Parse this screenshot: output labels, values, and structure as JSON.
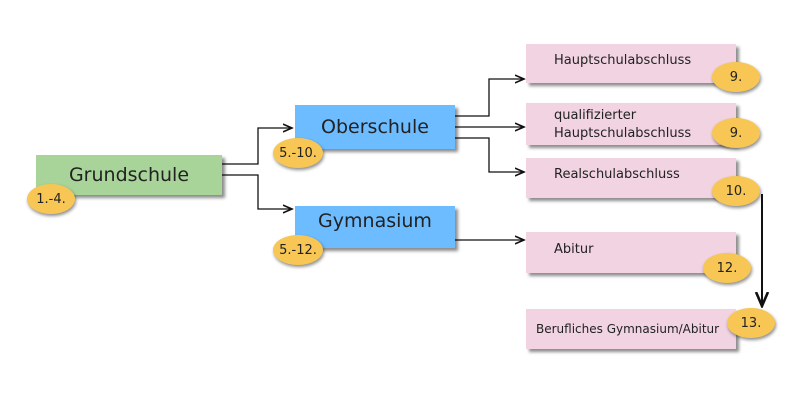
{
  "diagram": {
    "nodes": {
      "grundschule": {
        "label": "Grundschule",
        "grades": "1.-4."
      },
      "oberschule": {
        "label": "Oberschule",
        "grades": "5.-10."
      },
      "gymnasium": {
        "label": "Gymnasium",
        "grades": "5.-12."
      },
      "hauptschulabschluss": {
        "label": "Hauptschulabschluss",
        "grade": "9."
      },
      "qualifizierter": {
        "label_line1": "qualifizierter",
        "label_line2": "Hauptschulabschluss",
        "grade": "9."
      },
      "realschulabschluss": {
        "label": "Realschulabschluss",
        "grade": "10."
      },
      "abitur": {
        "label": "Abitur",
        "grade": "12."
      },
      "berufliches": {
        "label": "Berufliches Gymnasium/Abitur",
        "grade": "13."
      }
    },
    "colors": {
      "primary": "#a8d49a",
      "secondary": "#6dbcff",
      "degree": "#f1d3e2",
      "badge": "#f7c654"
    },
    "edges": [
      {
        "from": "Grundschule",
        "to": "Oberschule"
      },
      {
        "from": "Grundschule",
        "to": "Gymnasium"
      },
      {
        "from": "Oberschule",
        "to": "Hauptschulabschluss"
      },
      {
        "from": "Oberschule",
        "to": "qualifizierter Hauptschulabschluss"
      },
      {
        "from": "Oberschule",
        "to": "Realschulabschluss"
      },
      {
        "from": "Gymnasium",
        "to": "Abitur"
      },
      {
        "from": "Realschulabschluss",
        "to": "Berufliches Gymnasium/Abitur"
      }
    ]
  }
}
